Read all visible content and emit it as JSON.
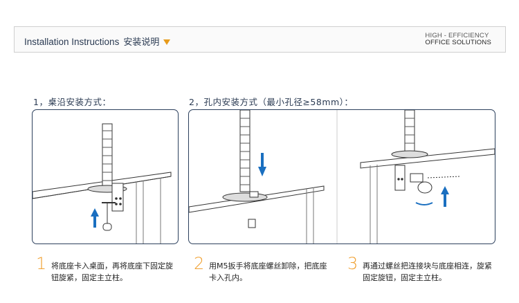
{
  "header": {
    "title_en": "Installation Instructions",
    "title_cn": "安装说明",
    "brand_line1": "HIGH  - EFFICIENCY",
    "brand_line2": "OFFICE SOLUTIONS",
    "accent_color": "#e79b1c"
  },
  "sections": {
    "method1_label": "1，桌沿安装方式：",
    "method2_label": "2，孔内安装方式（最小孔径≥58mm）："
  },
  "steps": [
    {
      "number": "1",
      "text": "将底座卡入桌面，再将底座下固定旋钮旋紧，固定主立柱。"
    },
    {
      "number": "2",
      "text": "用M5扳手将底座螺丝卸除，把底座卡入孔内。"
    },
    {
      "number": "3",
      "text": "再通过螺丝把连接块与底座相连，旋紧固定旋钮，固定主立柱。"
    }
  ],
  "colors": {
    "panel_border": "#2b3f5c",
    "arrow_blue": "#1a6fc0",
    "step_number": "#f0a030"
  }
}
